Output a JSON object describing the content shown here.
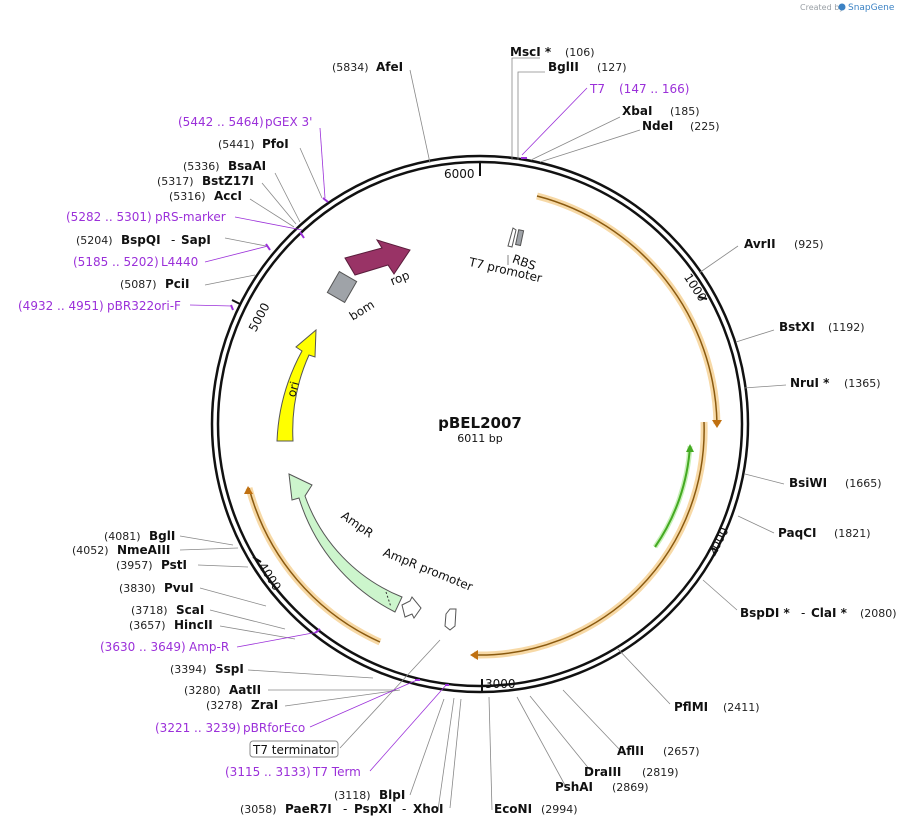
{
  "credit": {
    "created_by": "Created by",
    "brand": "SnapGene"
  },
  "plasmid": {
    "name": "pBEL2007",
    "length": "6011 bp"
  },
  "ticks": [
    "6000",
    "1000",
    "2000",
    "3000",
    "4000",
    "5000"
  ],
  "features": {
    "rop": "rop",
    "bom": "bom",
    "rbs": "RBS",
    "t7_promoter": "T7 promoter",
    "ori": "ori",
    "ampr": "AmpR",
    "ampr_promoter": "AmpR promoter",
    "t7_terminator": "T7 terminator"
  },
  "enzymes": [
    {
      "name": "AfeI",
      "pos": "(5834)"
    },
    {
      "name": "MscI *",
      "pos": "(106)"
    },
    {
      "name": "BglII",
      "pos": "(127)"
    },
    {
      "name": "XbaI",
      "pos": "(185)"
    },
    {
      "name": "NdeI",
      "pos": "(225)"
    },
    {
      "name": "PfoI",
      "pos": "(5441)"
    },
    {
      "name": "BsaAI",
      "pos": "(5336)"
    },
    {
      "name": "BstZ17I",
      "pos": "(5317)"
    },
    {
      "name": "AccI",
      "pos": "(5316)"
    },
    {
      "name": "BspQI",
      "name2": "SapI",
      "sep": "-",
      "pos": "(5204)"
    },
    {
      "name": "PciI",
      "pos": "(5087)"
    },
    {
      "name": "AvrII",
      "pos": "(925)"
    },
    {
      "name": "BstXI",
      "pos": "(1192)"
    },
    {
      "name": "NruI *",
      "pos": "(1365)"
    },
    {
      "name": "BsiWI",
      "pos": "(1665)"
    },
    {
      "name": "PaqCI",
      "pos": "(1821)"
    },
    {
      "name": "BspDI *",
      "name2": "ClaI *",
      "sep": "-",
      "pos": "(2080)"
    },
    {
      "name": "PflMI",
      "pos": "(2411)"
    },
    {
      "name": "AflII",
      "pos": "(2657)"
    },
    {
      "name": "DraIII",
      "pos": "(2819)"
    },
    {
      "name": "PshAI",
      "pos": "(2869)"
    },
    {
      "name": "EcoNI",
      "pos": "(2994)"
    },
    {
      "name": "BglI",
      "pos": "(4081)"
    },
    {
      "name": "NmeAIII",
      "pos": "(4052)"
    },
    {
      "name": "PstI",
      "pos": "(3957)"
    },
    {
      "name": "PvuI",
      "pos": "(3830)"
    },
    {
      "name": "ScaI",
      "pos": "(3718)"
    },
    {
      "name": "HincII",
      "pos": "(3657)"
    },
    {
      "name": "SspI",
      "pos": "(3394)"
    },
    {
      "name": "AatII",
      "pos": "(3280)"
    },
    {
      "name": "ZraI",
      "pos": "(3278)"
    },
    {
      "name": "BlpI",
      "pos": "(3118)"
    },
    {
      "name": "PaeR7I",
      "name2": "PspXI",
      "name3": "XhoI",
      "sep": "-",
      "pos": "(3058)"
    }
  ],
  "primers": [
    {
      "range": "(147 .. 166)",
      "name": "T7"
    },
    {
      "range": "(5442 .. 5464)",
      "name": "pGEX 3'"
    },
    {
      "range": "(5282 .. 5301)",
      "name": "pRS-marker"
    },
    {
      "range": "(5185 .. 5202)",
      "name": "L4440"
    },
    {
      "range": "(4932 .. 4951)",
      "name": "pBR322ori-F"
    },
    {
      "range": "(3630 .. 3649)",
      "name": "Amp-R"
    },
    {
      "range": "(3221 .. 3239)",
      "name": "pBRforEco"
    },
    {
      "range": "(3115 .. 3133)",
      "name": "T7 Term"
    }
  ],
  "colors": {
    "backbone": "#111111",
    "primer": "#9b30d9",
    "ori": "#ffff00",
    "ampr": "#ccf5cc",
    "rop": "#993366",
    "bom": "#9fa3a8",
    "orf": "#d9a040",
    "green_orf": "#44aa22"
  }
}
